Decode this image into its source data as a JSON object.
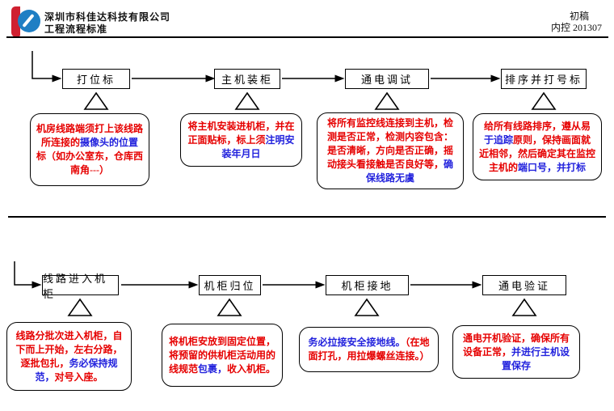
{
  "colors": {
    "red": "#e60000",
    "blue": "#2222dd",
    "line": "#000000",
    "logo_red": "#cf2030",
    "logo_blue": "#1f7fc4"
  },
  "header": {
    "company": "深圳市科佳达科技有限公司",
    "doc_title": "工程流程标准",
    "draft_label": "初稿",
    "control_label": "内控 201307"
  },
  "rows": [
    {
      "steps": [
        {
          "label": "打位标",
          "segments": [
            {
              "text": "机房线路端须打上该线路所连接的",
              "color": "red"
            },
            {
              "text": "摄像头的位置",
              "color": "blue"
            },
            {
              "text": "标（如办公室东，仓库西南角---）",
              "color": "red"
            }
          ]
        },
        {
          "label": "主机装柜",
          "segments": [
            {
              "text": "将主机安装进机柜，并在正面贴标，标上须",
              "color": "red"
            },
            {
              "text": "注明安装年月日",
              "color": "blue"
            }
          ]
        },
        {
          "label": "通电调试",
          "segments": [
            {
              "text": "将所有监控线连接到主机，检测是否正常，检测内容包含：是否清晰，方向是否正确，摇动接头看接触是否良好等，",
              "color": "red"
            },
            {
              "text": "确保线路无虞",
              "color": "blue"
            }
          ]
        },
        {
          "label": "排序并打号标",
          "segments": [
            {
              "text": "给所有线路排序，遵从易",
              "color": "red"
            },
            {
              "text": "于追踪",
              "color": "blue"
            },
            {
              "text": "原则，保持画面就近相邻，然后确定其在监控主机的",
              "color": "red"
            },
            {
              "text": "端口号，并打标",
              "color": "blue"
            }
          ]
        }
      ]
    },
    {
      "steps": [
        {
          "label": "线路进入机柜",
          "segments": [
            {
              "text": "线路分批次进入机柜，自下而上开始，左右分路，逐批包扎，",
              "color": "red"
            },
            {
              "text": "务必保持规范，",
              "color": "blue"
            },
            {
              "text": "对号入座。",
              "color": "red"
            }
          ]
        },
        {
          "label": "机柜归位",
          "segments": [
            {
              "text": "将机柜安放到固定位置，将预留的供机柜活动用的线规范",
              "color": "red"
            },
            {
              "text": "包裹，",
              "color": "blue"
            },
            {
              "text": "收入机柜。",
              "color": "red"
            }
          ]
        },
        {
          "label": "机柜接地",
          "segments": [
            {
              "text": "务必拉接安全接地线。",
              "color": "blue"
            },
            {
              "text": "（在地面打孔，用拉爆螺丝连接。）",
              "color": "red"
            }
          ]
        },
        {
          "label": "通电验证",
          "segments": [
            {
              "text": "通电开机验证，确保所有设备正常，",
              "color": "red"
            },
            {
              "text": "并进行主机设置保存",
              "color": "blue"
            }
          ]
        }
      ]
    }
  ]
}
